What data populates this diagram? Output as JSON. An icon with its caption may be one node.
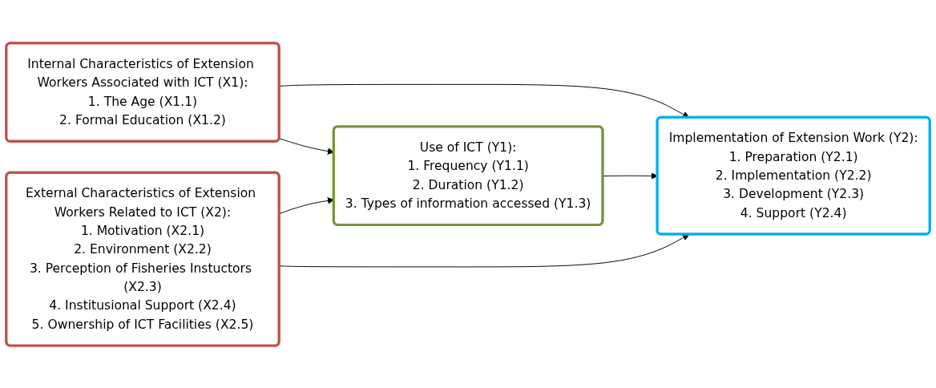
{
  "diagram": {
    "nodes": [
      {
        "text": [
          "Internal Characteristics of Extension Workers Associated with ICT (X1):",
          "1. The Age (X1.1)",
          "2. Formal Education (X1.2)"
        ]
      },
      {
        "text": [
          "External Characteristics of Extension Workers Related to ICT (X2):",
          "1. Motivation (X2.1)",
          "2. Environment (X2.2)",
          "3. Perception of Fisheries Instuctors (X2.3)",
          "4. Institusional Support (X2.4)",
          "5. Ownership of ICT Facilities (X2.5)"
        ]
      },
      {
        "text": [
          "Use of ICT (Y1):",
          "1. Frequency (Y1.1)",
          "2. Duration (Y1.2)",
          "3. Types of information accessed (Y1.3)"
        ]
      },
      {
        "text": [
          "Implementation of Extension Work (Y2):",
          "1. Preparation (Y2.1)",
          "2. Implementation (Y2.2)",
          "3. Development (Y2.3)",
          "4. Support (Y2.4)"
        ]
      }
    ],
    "edges": [
      {
        "from": 0,
        "to": 3,
        "arrow": "to"
      },
      {
        "from": 0,
        "to": 2,
        "arrow": "to"
      },
      {
        "from": 1,
        "to": 2,
        "arrow": "to"
      },
      {
        "from": 2,
        "to": 3,
        "arrow": "to"
      },
      {
        "from": 1,
        "to": 3,
        "arrow": "to"
      }
    ]
  }
}
